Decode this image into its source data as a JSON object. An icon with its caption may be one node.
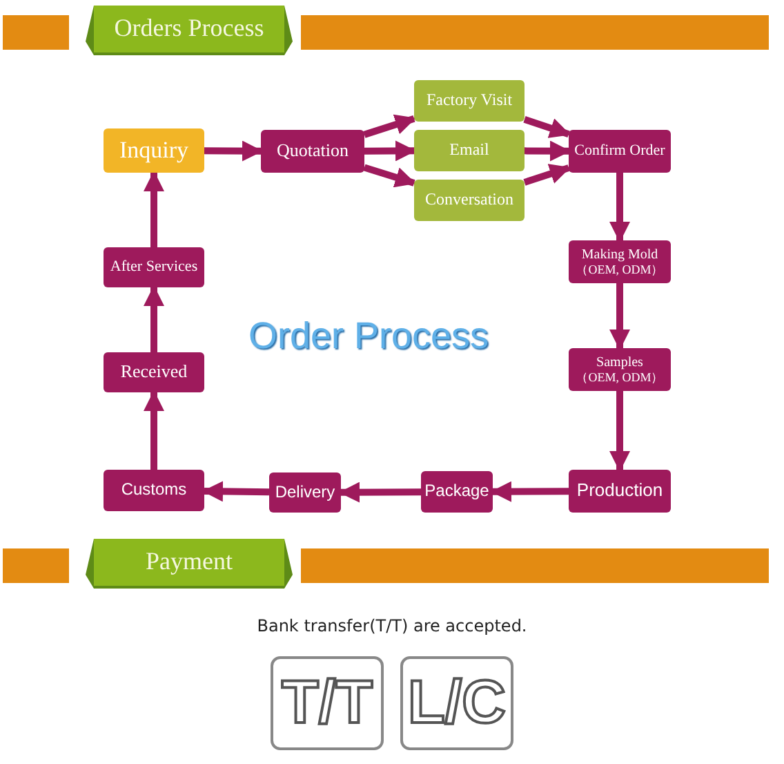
{
  "diagram": {
    "nodes": [
      {
        "text": [
          "Inquiry"
        ]
      },
      {
        "text": [
          "Quotation"
        ]
      },
      {
        "text": [
          "Factory Visit"
        ]
      },
      {
        "text": [
          "Email"
        ]
      },
      {
        "text": [
          "Conversation"
        ]
      },
      {
        "text": [
          "Confirm Order"
        ]
      },
      {
        "text": [
          "Making Mold",
          "（OEM, ODM）"
        ]
      },
      {
        "text": [
          "Samples",
          "（OEM, ODM）"
        ]
      },
      {
        "text": [
          "Production"
        ]
      },
      {
        "text": [
          "Package"
        ]
      },
      {
        "text": [
          "Delivery"
        ]
      },
      {
        "text": [
          "Customs"
        ]
      },
      {
        "text": [
          "Received"
        ]
      },
      {
        "text": [
          "After Services"
        ]
      }
    ],
    "edges": [
      {
        "from": 0,
        "to": 1,
        "arrow": "to"
      },
      {
        "from": 1,
        "to": 2,
        "arrow": "to"
      },
      {
        "from": 1,
        "to": 3,
        "arrow": "to"
      },
      {
        "from": 1,
        "to": 4,
        "arrow": "to"
      },
      {
        "from": 2,
        "to": 5,
        "arrow": "to"
      },
      {
        "from": 3,
        "to": 5,
        "arrow": "to"
      },
      {
        "from": 4,
        "to": 5,
        "arrow": "to"
      },
      {
        "from": 5,
        "to": 6,
        "arrow": "to"
      },
      {
        "from": 6,
        "to": 7,
        "arrow": "to"
      },
      {
        "from": 7,
        "to": 8,
        "arrow": "to"
      },
      {
        "from": 8,
        "to": 9,
        "arrow": "to"
      },
      {
        "from": 9,
        "to": 10,
        "arrow": "to"
      },
      {
        "from": 10,
        "to": 11,
        "arrow": "to"
      },
      {
        "from": 11,
        "to": 12,
        "arrow": "to"
      },
      {
        "from": 12,
        "to": 13,
        "arrow": "to"
      },
      {
        "from": 13,
        "to": 0,
        "arrow": "to"
      }
    ],
    "labels": [
      "Orders Process",
      "Order Process",
      "Payment",
      "Bank transfer(T/T) are accepted.",
      "T/T",
      "L/C"
    ]
  }
}
